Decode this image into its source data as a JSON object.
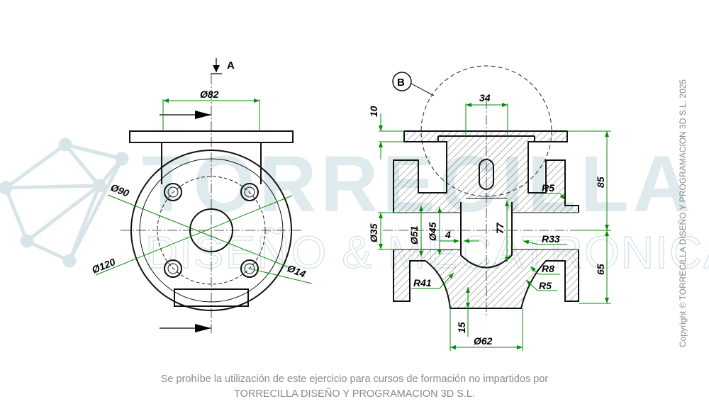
{
  "watermark": {
    "brand": "TORRECILLA",
    "tagline": "DISEÑO & MECATRONICA"
  },
  "copyright": "Copyright © TORRECILLA DISEÑO Y PROGRAMACION 3D S.L. 2025",
  "footer": {
    "line1": "Se prohíbe la utilización de este ejercicio para cursos de formación no impartidos por",
    "line2": "TORRECILLA DISEÑO Y PROGRAMACION 3D S.L."
  },
  "views": {
    "section_label": "A",
    "detail_label": "B"
  },
  "dimensions": {
    "d82": "Ø82",
    "d90": "Ø90",
    "d120": "Ø120",
    "d14": "Ø14",
    "w34": "34",
    "h10": "10",
    "h85": "85",
    "h65": "65",
    "r5a": "R5",
    "r5b": "R5",
    "r33": "R33",
    "r8": "R8",
    "r41": "R41",
    "d35": "Ø35",
    "d51": "Ø51",
    "d45": "Ø45",
    "w4": "4",
    "h77": "77",
    "h15": "15",
    "d62": "Ø62"
  },
  "colors": {
    "dimension": "#0a8a0a",
    "outline": "#111111",
    "watermark": "#d3e3e6",
    "footer_text": "#8a8a8a"
  }
}
